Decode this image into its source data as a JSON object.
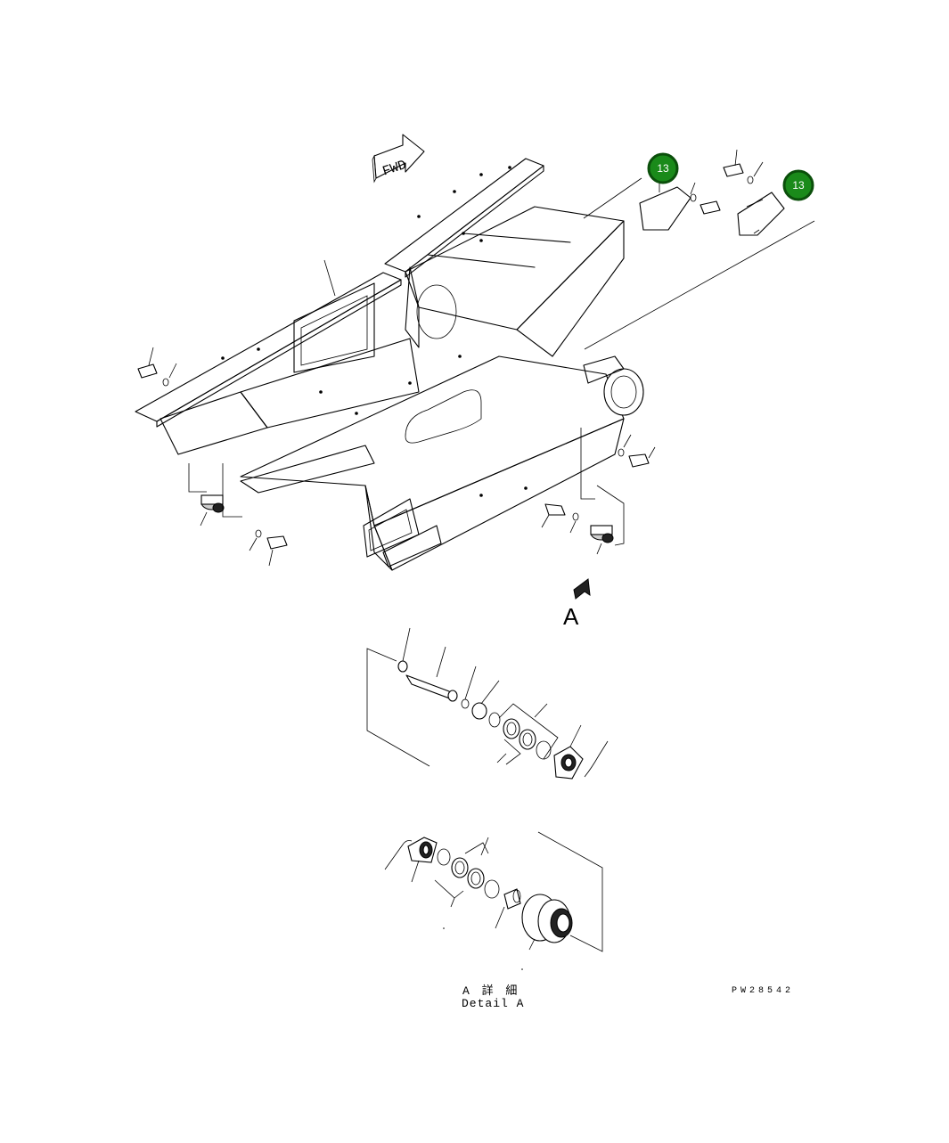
{
  "fwd_label": "FWD",
  "view_marker": "A",
  "callouts": [
    {
      "id": "callout-1",
      "label": "13"
    },
    {
      "id": "callout-2",
      "label": "13"
    }
  ],
  "detail_caption_jp": "A 詳 細",
  "detail_caption_en": "Detail A",
  "drawing_code": "PW28542",
  "colors": {
    "callout_fill": "#1a8a1a",
    "callout_stroke": "#0b4f0b",
    "line": "#000000"
  }
}
